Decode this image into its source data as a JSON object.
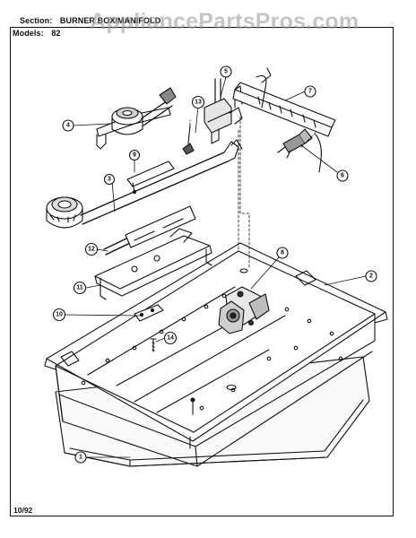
{
  "header": {
    "section_label": "Section:",
    "section_value": "BURNER BOX/MANIFOLD",
    "models_label": "Models:",
    "models_value": "82"
  },
  "watermark": "AppliancePartsPros.com",
  "date_code": "10/92",
  "callouts": [
    "1",
    "2",
    "3",
    "4",
    "5",
    "6",
    "7",
    "8",
    "9",
    "10",
    "11",
    "12",
    "13",
    "14"
  ]
}
